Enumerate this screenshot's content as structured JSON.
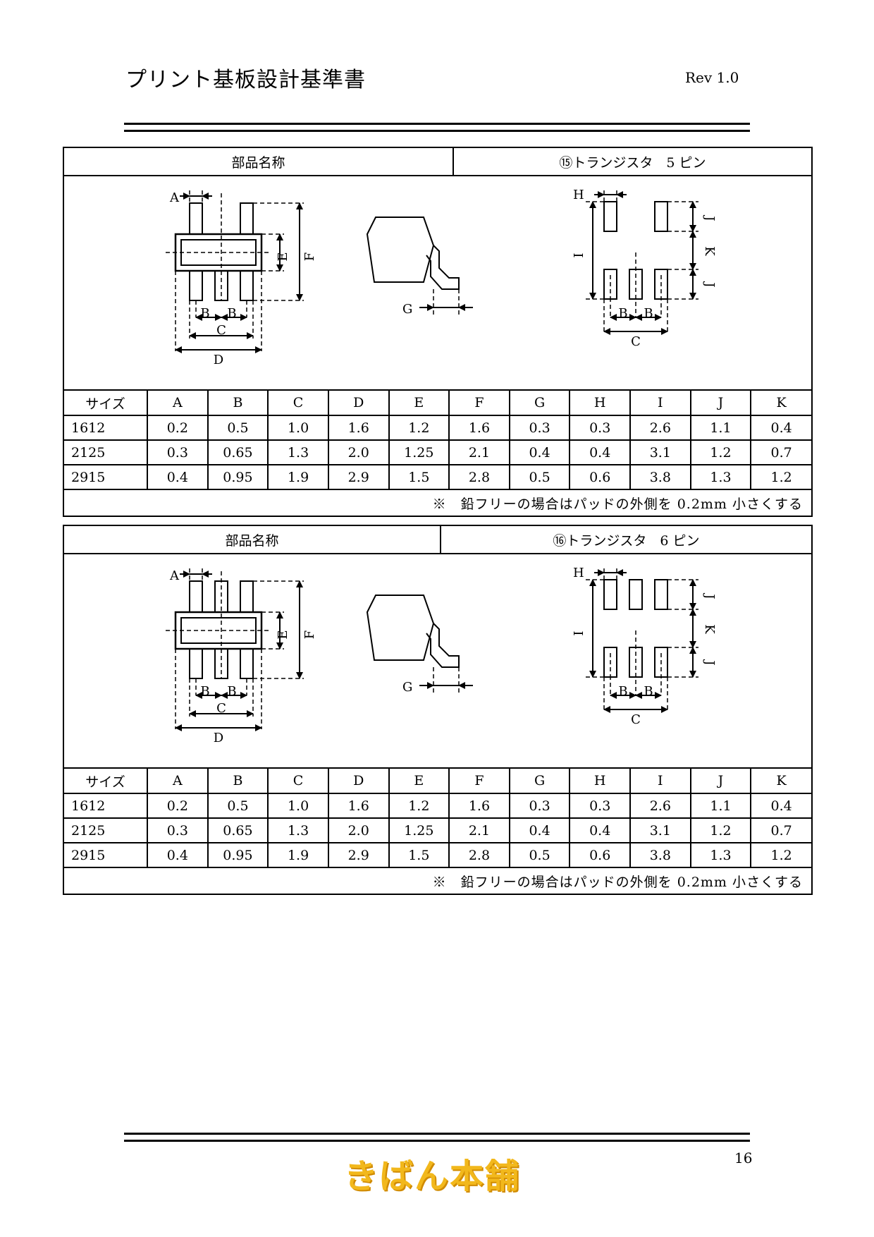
{
  "header": {
    "title": "プリント基板設計基準書",
    "rev": "Rev 1.0"
  },
  "sections": [
    {
      "label": "部品名称",
      "name": "⑮トランジスタ　5 ピン",
      "columns": [
        "サイズ",
        "A",
        "B",
        "C",
        "D",
        "E",
        "F",
        "G",
        "H",
        "I",
        "J",
        "K"
      ],
      "rows": [
        [
          "1612",
          "0.2",
          "0.5",
          "1.0",
          "1.6",
          "1.2",
          "1.6",
          "0.3",
          "0.3",
          "2.6",
          "1.1",
          "0.4"
        ],
        [
          "2125",
          "0.3",
          "0.65",
          "1.3",
          "2.0",
          "1.25",
          "2.1",
          "0.4",
          "0.4",
          "3.1",
          "1.2",
          "0.7"
        ],
        [
          "2915",
          "0.4",
          "0.95",
          "1.9",
          "2.9",
          "1.5",
          "2.8",
          "0.5",
          "0.6",
          "3.8",
          "1.3",
          "1.2"
        ]
      ],
      "note": "※　鉛フリーの場合はパッドの外側を 0.2mm 小さくする",
      "diagram_labels": {
        "a": "A",
        "b": "B",
        "c": "C",
        "d": "D",
        "e": "E",
        "f": "F",
        "g": "G",
        "h": "H",
        "i": "I",
        "j": "J",
        "k": "K"
      }
    },
    {
      "label": "部品名称",
      "name": "⑯トランジスタ　6 ピン",
      "columns": [
        "サイズ",
        "A",
        "B",
        "C",
        "D",
        "E",
        "F",
        "G",
        "H",
        "I",
        "J",
        "K"
      ],
      "rows": [
        [
          "1612",
          "0.2",
          "0.5",
          "1.0",
          "1.6",
          "1.2",
          "1.6",
          "0.3",
          "0.3",
          "2.6",
          "1.1",
          "0.4"
        ],
        [
          "2125",
          "0.3",
          "0.65",
          "1.3",
          "2.0",
          "1.25",
          "2.1",
          "0.4",
          "0.4",
          "3.1",
          "1.2",
          "0.7"
        ],
        [
          "2915",
          "0.4",
          "0.95",
          "1.9",
          "2.9",
          "1.5",
          "2.8",
          "0.5",
          "0.6",
          "3.8",
          "1.3",
          "1.2"
        ]
      ],
      "note": "※　鉛フリーの場合はパッドの外側を 0.2mm 小さくする",
      "diagram_labels": {
        "a": "A",
        "b": "B",
        "c": "C",
        "d": "D",
        "e": "E",
        "f": "F",
        "g": "G",
        "h": "H",
        "i": "I",
        "j": "J",
        "k": "K"
      }
    }
  ],
  "footer": {
    "logo": "きばん本舗",
    "page": "16"
  }
}
